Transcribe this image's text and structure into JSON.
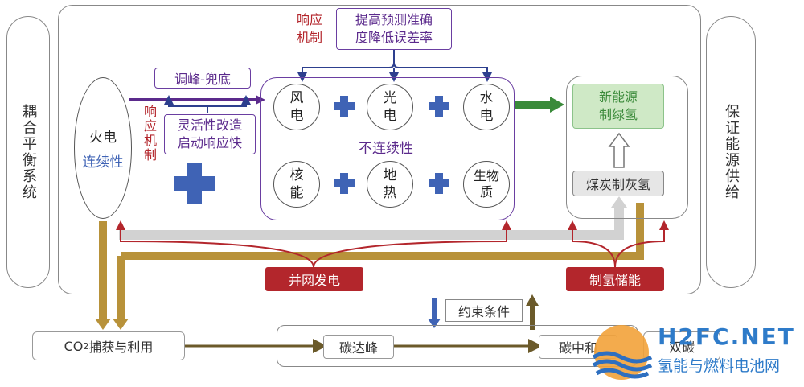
{
  "left_panel": {
    "label": "耦合平衡系统"
  },
  "right_panel": {
    "label": "保证能源供给"
  },
  "thermal": {
    "line1": "火电",
    "line2": "连续性"
  },
  "peak": {
    "label": "调峰-兜底"
  },
  "response_left": {
    "label": "响应机制"
  },
  "retrofit": {
    "line1": "灵活性改造",
    "line2": "启动响应快"
  },
  "response_top": {
    "line1": "响应",
    "line2": "机制"
  },
  "forecast": {
    "line1": "提高预测准确",
    "line2": "度降低误差率"
  },
  "renewables_top": [
    {
      "line1": "风",
      "line2": "电"
    },
    {
      "line1": "光",
      "line2": "电"
    },
    {
      "line1": "水",
      "line2": "电"
    }
  ],
  "intermittent": {
    "label": "不连续性"
  },
  "renewables_bottom": [
    {
      "line1": "核",
      "line2": "能"
    },
    {
      "line1": "地",
      "line2": "热"
    },
    {
      "line1": "生物",
      "line2": "质"
    }
  ],
  "green_h2": {
    "line1": "新能源",
    "line2": "制绿氢"
  },
  "grey_h2": {
    "label": "煤炭制灰氢"
  },
  "grid": {
    "label": "并网发电"
  },
  "storage": {
    "label": "制氢储能"
  },
  "constraint": {
    "label": "约束条件"
  },
  "ccus": {
    "prefix": "CO",
    "sub": "2",
    "suffix": " 捕获与利用"
  },
  "peak_carbon": {
    "label": "碳达峰"
  },
  "neutral": {
    "label": "碳中和"
  },
  "dual_carbon": {
    "label": "双碳"
  },
  "watermark": {
    "name": "H2FC.NET",
    "sub": "氢能与燃料电池网"
  },
  "colors": {
    "gold": "#b8923a",
    "purple": "#5b2a8c",
    "green": "#3a8a3a",
    "red": "#b3262c",
    "blue": "#3f63b5",
    "grey": "#c8c8c8"
  }
}
